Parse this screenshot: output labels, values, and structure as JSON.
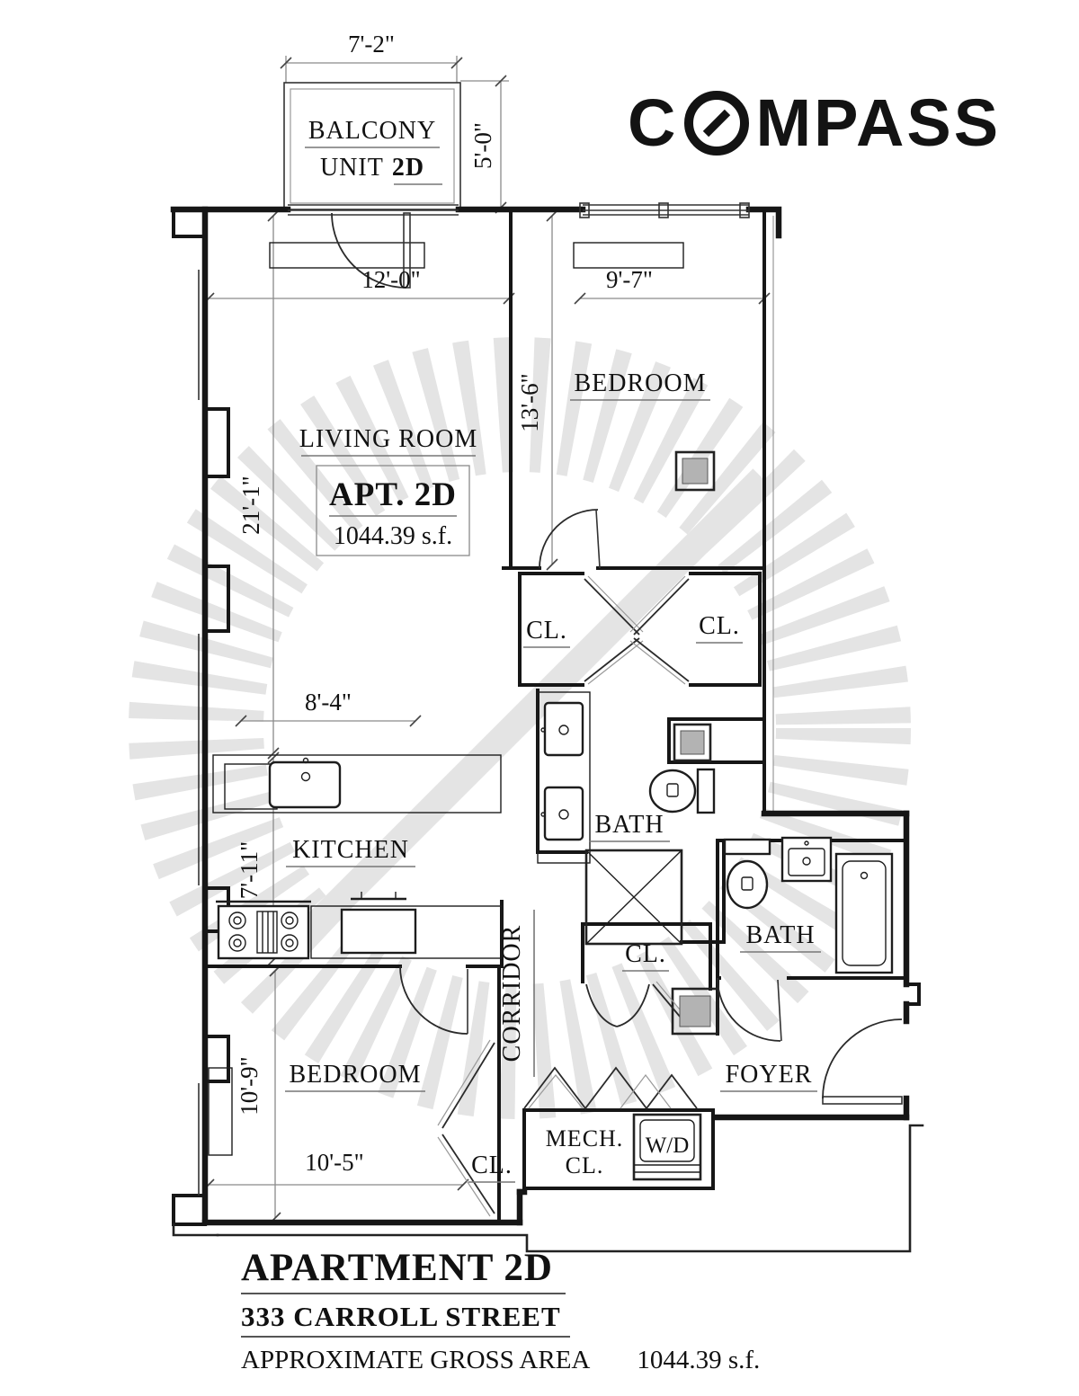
{
  "brand": {
    "logo_prefix": "C",
    "logo_suffix": "MPASS",
    "o_icon": "compass-o-icon"
  },
  "balcony": {
    "line1": "BALCONY",
    "unit_label": "UNIT",
    "unit_value": "2D"
  },
  "apt_box": {
    "name": "APT. 2D",
    "area": "1044.39 s.f."
  },
  "rooms": {
    "living": "LIVING ROOM",
    "bedroom1": "BEDROOM",
    "bedroom2": "BEDROOM",
    "kitchen": "KITCHEN",
    "bath1": "BATH",
    "bath2": "BATH",
    "corridor": "CORRIDOR",
    "foyer": "FOYER",
    "closet1": "CL.",
    "closet2": "CL.",
    "closet3": "CL.",
    "closet4": "CL.",
    "mech_line1": "MECH.",
    "mech_line2": "CL.",
    "washer_dryer": "W/D"
  },
  "dimensions": {
    "balcony_width": "7'-2\"",
    "balcony_depth": "5'-0\"",
    "living_width": "12'-0\"",
    "bedroom1_width": "9'-7\"",
    "bedroom1_depth": "13'-6\"",
    "living_length": "21'-1\"",
    "island": "8'-4\"",
    "kitchen_depth": "7'-11\"",
    "bedroom2_depth": "10'-9\"",
    "bedroom2_width": "10'-5\""
  },
  "title": {
    "line1": "APARTMENT 2D",
    "line2": "333 CARROLL STREET",
    "line3_label": "APPROXIMATE GROSS AREA",
    "line3_value": "1044.39 s.f."
  },
  "colors": {
    "line": "#161616",
    "watermark": "#e4e4e4",
    "shaft_fill": "#b3b3b3"
  }
}
